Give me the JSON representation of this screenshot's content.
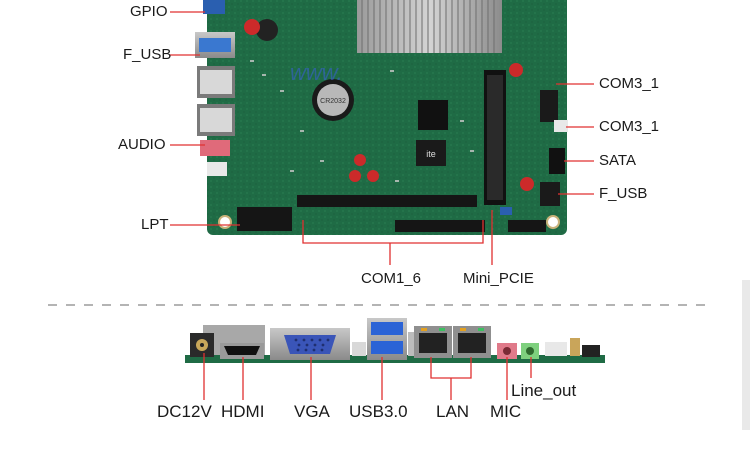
{
  "top_labels": {
    "gpio": "GPIO",
    "f_usb_left": "F_USB",
    "audio": "AUDIO",
    "lpt": "LPT",
    "com3_1_a": "COM3_1",
    "com3_1_b": "COM3_1",
    "sata": "SATA",
    "f_usb_right": "F_USB",
    "com1_6": "COM1_6",
    "mini_pcie": "Mini_PCIE"
  },
  "bottom_labels": {
    "dc12v": "DC12V",
    "hdmi": "HDMI",
    "vga": "VGA",
    "usb30": "USB3.0",
    "lan": "LAN",
    "mic": "MIC",
    "line_out": "Line_out"
  },
  "board_marks": {
    "battery_text": "CR2032",
    "chip_text": "ite",
    "watermark": "www."
  },
  "colors": {
    "pcb": "#1f6b45",
    "leader": "#e03030",
    "divider": "#888888"
  }
}
